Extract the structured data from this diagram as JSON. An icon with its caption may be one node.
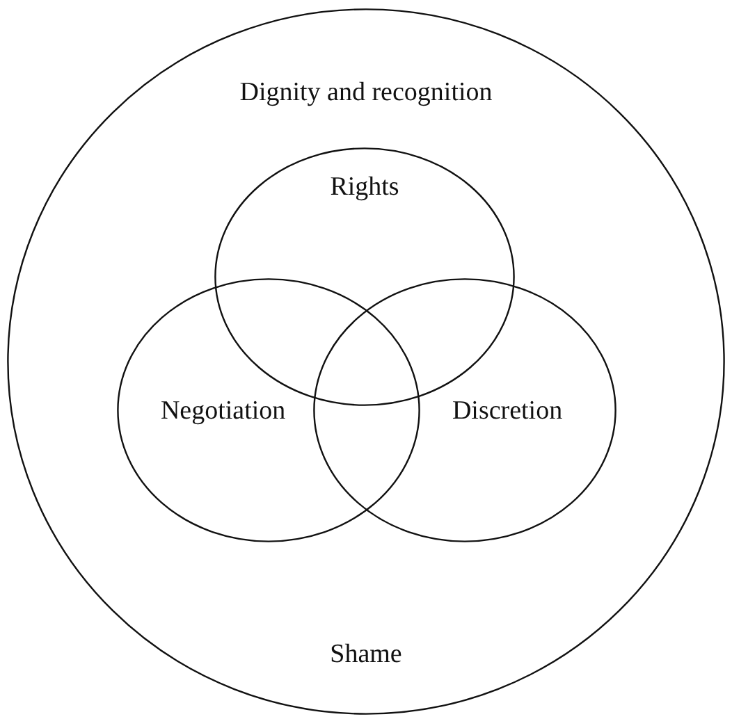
{
  "diagram": {
    "nodes": [
      {
        "text": [
          "Dignity and recognition",
          "Shame"
        ]
      },
      {
        "text": [
          "Rights"
        ],
        "in": 0
      },
      {
        "text": [
          "Negotiation"
        ],
        "in": 0
      },
      {
        "text": [
          "Discretion"
        ],
        "in": 0
      }
    ]
  }
}
